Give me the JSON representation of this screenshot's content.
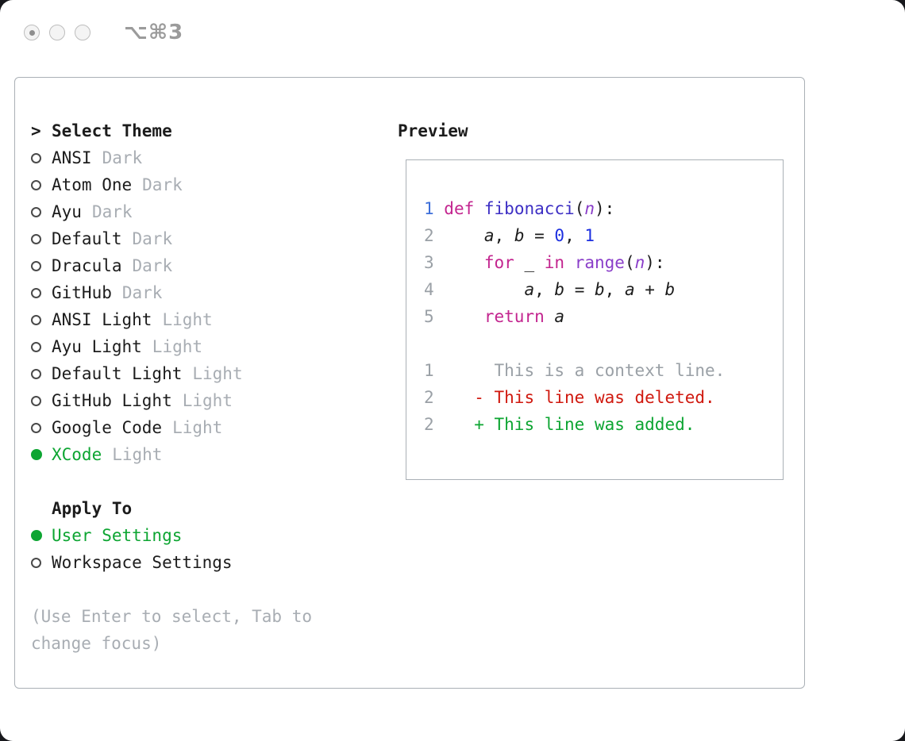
{
  "window": {
    "shortcut_label": "⌥⌘3"
  },
  "theme_picker": {
    "prompt_caret": ">",
    "title": "Select Theme",
    "items": [
      {
        "name": "ANSI",
        "variant": "Dark",
        "selected": false
      },
      {
        "name": "Atom One",
        "variant": "Dark",
        "selected": false
      },
      {
        "name": "Ayu",
        "variant": "Dark",
        "selected": false
      },
      {
        "name": "Default",
        "variant": "Dark",
        "selected": false
      },
      {
        "name": "Dracula",
        "variant": "Dark",
        "selected": false
      },
      {
        "name": "GitHub",
        "variant": "Dark",
        "selected": false
      },
      {
        "name": "ANSI Light",
        "variant": "Light",
        "selected": false
      },
      {
        "name": "Ayu Light",
        "variant": "Light",
        "selected": false
      },
      {
        "name": "Default Light",
        "variant": "Light",
        "selected": false
      },
      {
        "name": "GitHub Light",
        "variant": "Light",
        "selected": false
      },
      {
        "name": "Google Code",
        "variant": "Light",
        "selected": false
      },
      {
        "name": "XCode",
        "variant": "Light",
        "selected": true
      }
    ]
  },
  "apply_to": {
    "title": "Apply To",
    "options": [
      {
        "label": "User Settings",
        "selected": true
      },
      {
        "label": "Workspace Settings",
        "selected": false
      }
    ]
  },
  "hint": "(Use Enter to select, Tab to change focus)",
  "preview": {
    "title": "Preview",
    "lines": [
      {
        "tokens": [
          [
            "ln-active",
            "1 "
          ],
          [
            "kw",
            "def"
          ],
          [
            "pl",
            " "
          ],
          [
            "fn",
            "fibonacci"
          ],
          [
            "pl",
            "("
          ],
          [
            "prm",
            "n"
          ],
          [
            "pl",
            "):"
          ]
        ]
      },
      {
        "tokens": [
          [
            "ln",
            "2 "
          ],
          [
            "pl",
            "    "
          ],
          [
            "var",
            "a"
          ],
          [
            "pl",
            ", "
          ],
          [
            "var",
            "b"
          ],
          [
            "pl",
            " = "
          ],
          [
            "num",
            "0"
          ],
          [
            "pl",
            ", "
          ],
          [
            "num",
            "1"
          ]
        ]
      },
      {
        "tokens": [
          [
            "ln",
            "3 "
          ],
          [
            "pl",
            "    "
          ],
          [
            "kw",
            "for"
          ],
          [
            "pl",
            " "
          ],
          [
            "var",
            "_"
          ],
          [
            "pl",
            " "
          ],
          [
            "kw",
            "in"
          ],
          [
            "pl",
            " "
          ],
          [
            "call",
            "range"
          ],
          [
            "pl",
            "("
          ],
          [
            "prm",
            "n"
          ],
          [
            "pl",
            "):"
          ]
        ]
      },
      {
        "tokens": [
          [
            "ln",
            "4 "
          ],
          [
            "pl",
            "        "
          ],
          [
            "var",
            "a"
          ],
          [
            "pl",
            ", "
          ],
          [
            "var",
            "b"
          ],
          [
            "pl",
            " = "
          ],
          [
            "var",
            "b"
          ],
          [
            "pl",
            ", "
          ],
          [
            "var",
            "a"
          ],
          [
            "pl",
            " + "
          ],
          [
            "var",
            "b"
          ]
        ]
      },
      {
        "tokens": [
          [
            "ln",
            "5 "
          ],
          [
            "pl",
            "    "
          ],
          [
            "kw",
            "return"
          ],
          [
            "pl",
            " "
          ],
          [
            "var",
            "a"
          ]
        ]
      },
      {
        "tokens": []
      },
      {
        "tokens": [
          [
            "ln",
            "1 "
          ],
          [
            "ctx",
            "     This is a context line."
          ]
        ]
      },
      {
        "tokens": [
          [
            "ln",
            "2 "
          ],
          [
            "del",
            "   - This line was deleted."
          ]
        ]
      },
      {
        "tokens": [
          [
            "ln",
            "2 "
          ],
          [
            "add",
            "   + This line was added."
          ]
        ]
      }
    ]
  },
  "colors": {
    "accent_green": "#0da532",
    "keyword": "#c3258f",
    "function_name": "#3d2fc4",
    "builtin_call": "#8a3ec9",
    "number_literal": "#1c2fe0",
    "deleted_line": "#d0190f",
    "added_line": "#0da532",
    "muted_gray": "#a8adb3"
  }
}
